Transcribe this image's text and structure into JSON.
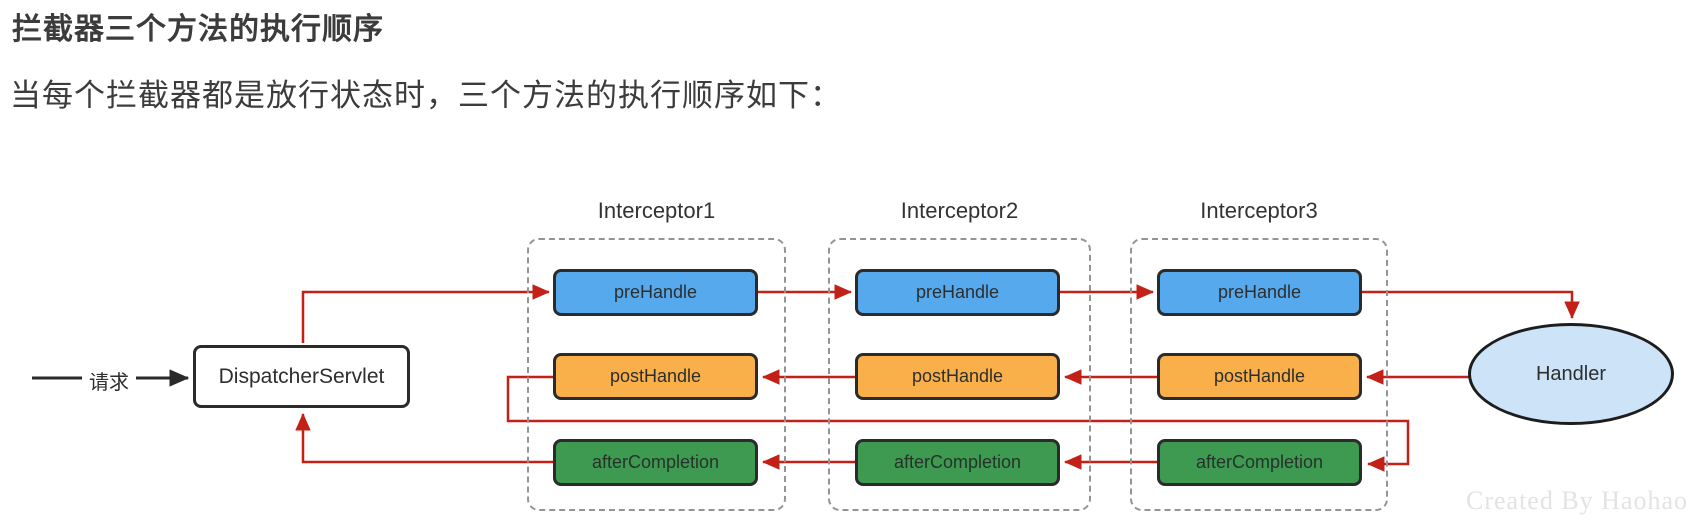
{
  "page": {
    "title": "拦截器三个方法的执行顺序",
    "subtitle": "当每个拦截器都是放行状态时，三个方法的执行顺序如下：",
    "watermark": "Created By Haohao"
  },
  "diagram": {
    "request_label": "请求",
    "dispatcher_label": "DispatcherServlet",
    "handler_label": "Handler",
    "interceptors": [
      {
        "title": "Interceptor1",
        "methods": {
          "pre": "preHandle",
          "post": "postHandle",
          "after": "afterCompletion"
        }
      },
      {
        "title": "Interceptor2",
        "methods": {
          "pre": "preHandle",
          "post": "postHandle",
          "after": "afterCompletion"
        }
      },
      {
        "title": "Interceptor3",
        "methods": {
          "pre": "preHandle",
          "post": "postHandle",
          "after": "afterCompletion"
        }
      }
    ],
    "flow_order": [
      "请求",
      "DispatcherServlet",
      "preHandle1",
      "preHandle2",
      "preHandle3",
      "Handler",
      "postHandle3",
      "postHandle2",
      "postHandle1",
      "afterCompletion3",
      "afterCompletion2",
      "afterCompletion1",
      "DispatcherServlet"
    ],
    "colors": {
      "prehandle_fill": "#55a9ec",
      "posthandle_fill": "#f9b04a",
      "aftercompletion_fill": "#3d9a50",
      "handler_fill": "#cde3f7",
      "arrow_red": "#c32017",
      "arrow_black": "#2a2a2a",
      "node_border": "#2b2b2b",
      "container_border": "#949494",
      "text_dark": "#3c3c3c",
      "watermark_gray": "#e3e3e3"
    }
  }
}
